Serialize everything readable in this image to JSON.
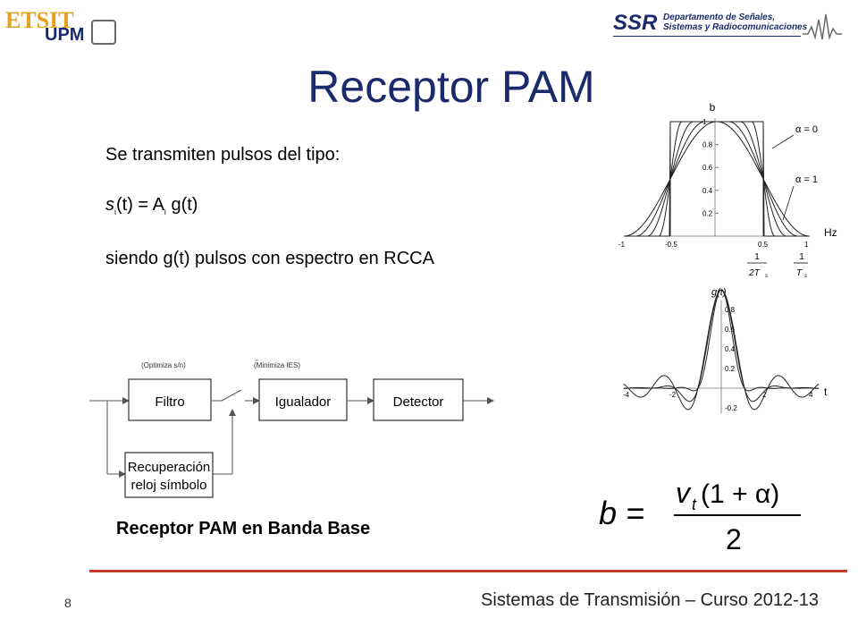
{
  "header": {
    "logo_left_etsit": "ETSIT",
    "logo_left_upm": "UPM",
    "logo_right_ssr": "SSR",
    "dept_line1": "Departamento de Señales,",
    "dept_line2": "Sistemas y Radiocomunicaciones"
  },
  "slide": {
    "title": "Receptor PAM",
    "line1": "Se transmiten pulsos del tipo:",
    "line2_s": "s",
    "line2_sub": "i",
    "line2_t": "(t) = A",
    "line2_sub2": "i",
    "line2_g": " g(t)",
    "line3": "siendo  g(t) pulsos con espectro en RCCA",
    "caption": "Receptor PAM en Banda Base"
  },
  "block_diagram": {
    "label_filtro": "Filtro",
    "label_igualador": "Igualador",
    "label_detector": "Detector",
    "label_recuperacion_1": "Recuperación",
    "label_recuperacion_2": "reloj símbolo",
    "note_filtro": "(Optimiza  s/n)",
    "note_igualador": "(Minimiza  IES)"
  },
  "spectrum_plot": {
    "label_b": "b",
    "alpha0": "α = 0",
    "alpha1": "α = 1",
    "unit": "Hz",
    "frac1_num": "1",
    "frac1_den": "2T",
    "frac2_num": "1",
    "frac2_den": "T",
    "frac_sub": "s",
    "yticks": [
      "1",
      "0.8",
      "0.6",
      "0.4",
      "0.2"
    ],
    "xticks": [
      "-1",
      "-0.5",
      "0.5",
      "1"
    ]
  },
  "pulse_plot": {
    "label_g": "g(t)",
    "unit": "t",
    "yticks": [
      "0.8",
      "0.6",
      "0.4",
      "0.2",
      "-0.2"
    ],
    "xticks": [
      "-4",
      "-2",
      "2",
      "4"
    ]
  },
  "formula": {
    "lhs": "b =",
    "num_v": "v",
    "num_sub": "t",
    "num_rest": "(1 + α)",
    "den": "2"
  },
  "footer": {
    "page": "8",
    "course": "Sistemas de Transmisión – Curso 2012-13"
  },
  "colors": {
    "title": "#1a2a6c",
    "accent_line": "#c0392b",
    "etsit_orange": "#e8a020"
  }
}
